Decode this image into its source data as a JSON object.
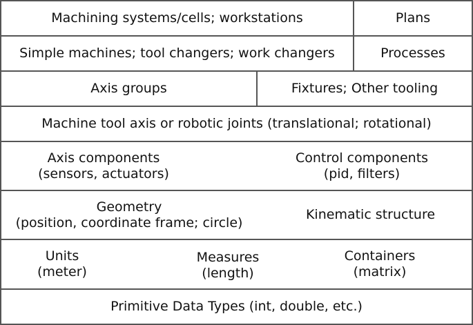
{
  "rows": [
    {
      "cells": [
        {
          "lines": [
            "Machining systems/cells; workstations"
          ]
        },
        {
          "lines": [
            "Plans"
          ]
        }
      ]
    },
    {
      "cells": [
        {
          "lines": [
            "Simple machines; tool changers; work changers"
          ]
        },
        {
          "lines": [
            "Processes"
          ]
        }
      ]
    },
    {
      "cells": [
        {
          "lines": [
            "Axis groups"
          ]
        },
        {
          "lines": [
            "Fixtures; Other tooling"
          ]
        }
      ]
    },
    {
      "cells": [
        {
          "lines": [
            "Machine tool axis or robotic joints (translational; rotational)"
          ]
        }
      ]
    },
    {
      "cells": [
        {
          "lines": [
            "Axis components",
            "(sensors, actuators)"
          ]
        },
        {
          "lines": [
            "Control components",
            "(pid, filters)"
          ]
        }
      ]
    },
    {
      "cells": [
        {
          "lines": [
            "Geometry",
            "(position, coordinate frame; circle)"
          ]
        },
        {
          "lines": [
            "Kinematic structure"
          ]
        }
      ]
    },
    {
      "cells": [
        {
          "lines": [
            "Units",
            "(meter)"
          ]
        },
        {
          "lines": [
            "Measures",
            "(length)"
          ]
        },
        {
          "lines": [
            "Containers",
            "(matrix)"
          ]
        }
      ]
    },
    {
      "cells": [
        {
          "lines": [
            "Primitive Data Types (int, double, etc.)"
          ]
        }
      ]
    }
  ]
}
